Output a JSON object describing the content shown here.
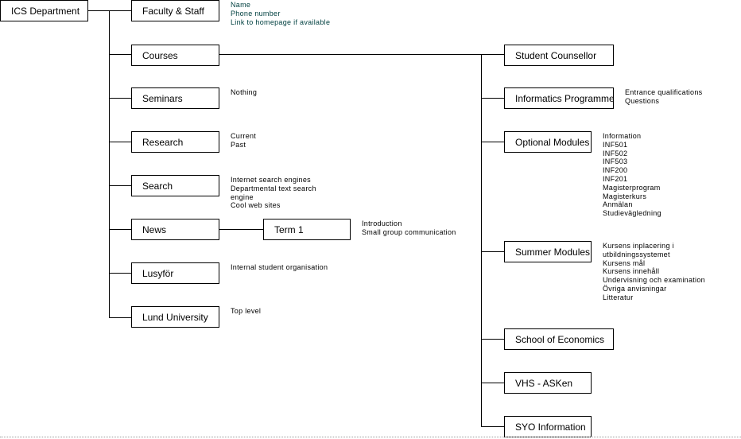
{
  "diagram": {
    "root": {
      "label": "ICS Department"
    },
    "left_nodes": [
      {
        "id": "faculty",
        "label": "Faculty & Staff",
        "notes": [
          "Name",
          "Phone number",
          "Link to homepage if available"
        ]
      },
      {
        "id": "courses",
        "label": "Courses",
        "notes": []
      },
      {
        "id": "seminars",
        "label": "Seminars",
        "notes": [
          "Nothing"
        ]
      },
      {
        "id": "research",
        "label": "Research",
        "notes": [
          "Current",
          "Past"
        ]
      },
      {
        "id": "search",
        "label": "Search",
        "notes": [
          "Internet search engines",
          "Departmental text search",
          "engine",
          "Cool web sites"
        ]
      },
      {
        "id": "news",
        "label": "News",
        "notes": []
      },
      {
        "id": "lusyfor",
        "label": "Lusyför",
        "notes": [
          "Internal student organisation"
        ]
      },
      {
        "id": "lund",
        "label": "Lund University",
        "notes": [
          "Top level"
        ]
      }
    ],
    "news_child": {
      "label": "Term 1",
      "notes": [
        "Introduction",
        "Small group communication"
      ]
    },
    "course_nodes": [
      {
        "id": "counsellor",
        "label": "Student Counsellor",
        "notes": []
      },
      {
        "id": "informatics",
        "label": "Informatics Programme",
        "notes": [
          "Entrance qualifications",
          "Questions"
        ]
      },
      {
        "id": "optional",
        "label": "Optional Modules",
        "notes": [
          "Information",
          "INF501",
          "INF502",
          "INF503",
          "INF200",
          "INF201",
          "Magisterprogram",
          "Magisterkurs",
          "Anmälan",
          "Studievägledning"
        ]
      },
      {
        "id": "summer",
        "label": "Summer Modules",
        "notes": [
          "Kursens inplacering i",
          "utbildningssystemet",
          "Kursens mål",
          "Kursens innehåll",
          "Undervisning och examination",
          "Övriga anvisningar",
          "Litteratur"
        ]
      },
      {
        "id": "economics",
        "label": "School of Economics",
        "notes": []
      },
      {
        "id": "vhs",
        "label": "VHS - ASKen",
        "notes": []
      },
      {
        "id": "syo",
        "label": "SYO Information",
        "notes": []
      }
    ]
  }
}
